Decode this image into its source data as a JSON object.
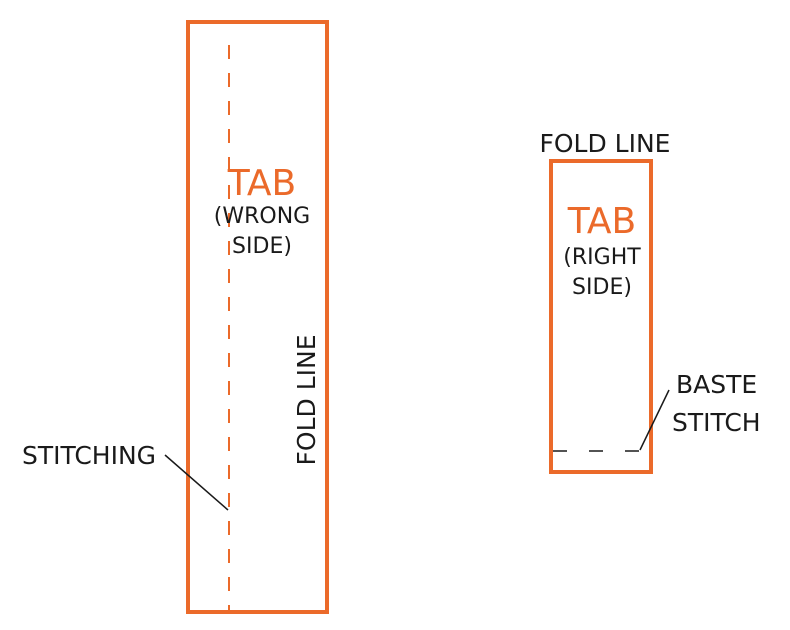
{
  "colors": {
    "accent": "#eb6a2a",
    "ink": "#1a1a1a"
  },
  "left_piece": {
    "title": "TAB",
    "sub1": "(WRONG",
    "sub2": "SIDE)",
    "fold_label": "FOLD LINE",
    "stitch_label": "STITCHING"
  },
  "right_piece": {
    "title": "TAB",
    "sub1": "(RIGHT",
    "sub2": "SIDE)",
    "fold_label": "FOLD LINE",
    "baste1": "BASTE",
    "baste2": "STITCH"
  }
}
